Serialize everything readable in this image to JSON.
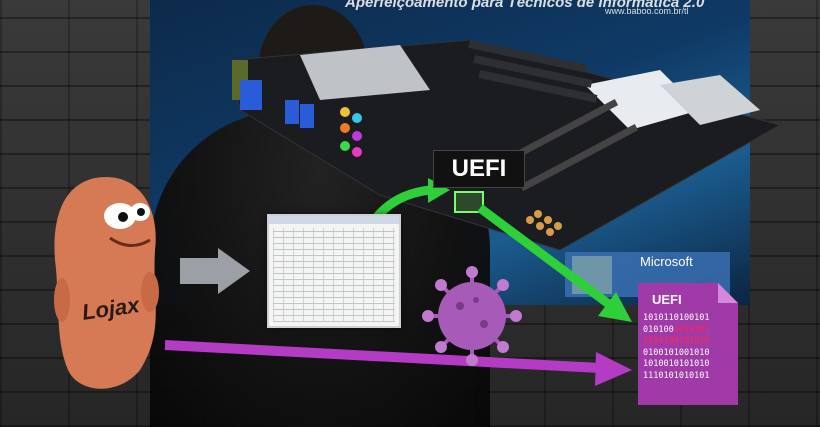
{
  "banner": {
    "title": "Aperfeiçoamento para Técnicos de Informática 2.0",
    "url": "www.baboo.com.br/tl"
  },
  "labels": {
    "uefi_chip": "UEFI",
    "doc_title": "UEFI",
    "mascot_name": "Lojax",
    "ms_logo": "Microsoft"
  },
  "binary_lines": [
    {
      "a": "1010110100101",
      "b": ""
    },
    {
      "a": "010100",
      "b": "1010101"
    },
    {
      "a": "",
      "b": "1010100101010"
    },
    {
      "a": "0100101001010",
      "b": ""
    },
    {
      "a": "1010010101010",
      "b": ""
    },
    {
      "a": "1110101010101",
      "b": ""
    }
  ],
  "colors": {
    "green_arrow": "#2fcf3a",
    "purple_arrow": "#b43bc4",
    "doc": "#a03aa8",
    "virus": "#a85ab8",
    "mascot": "#d67a55"
  }
}
